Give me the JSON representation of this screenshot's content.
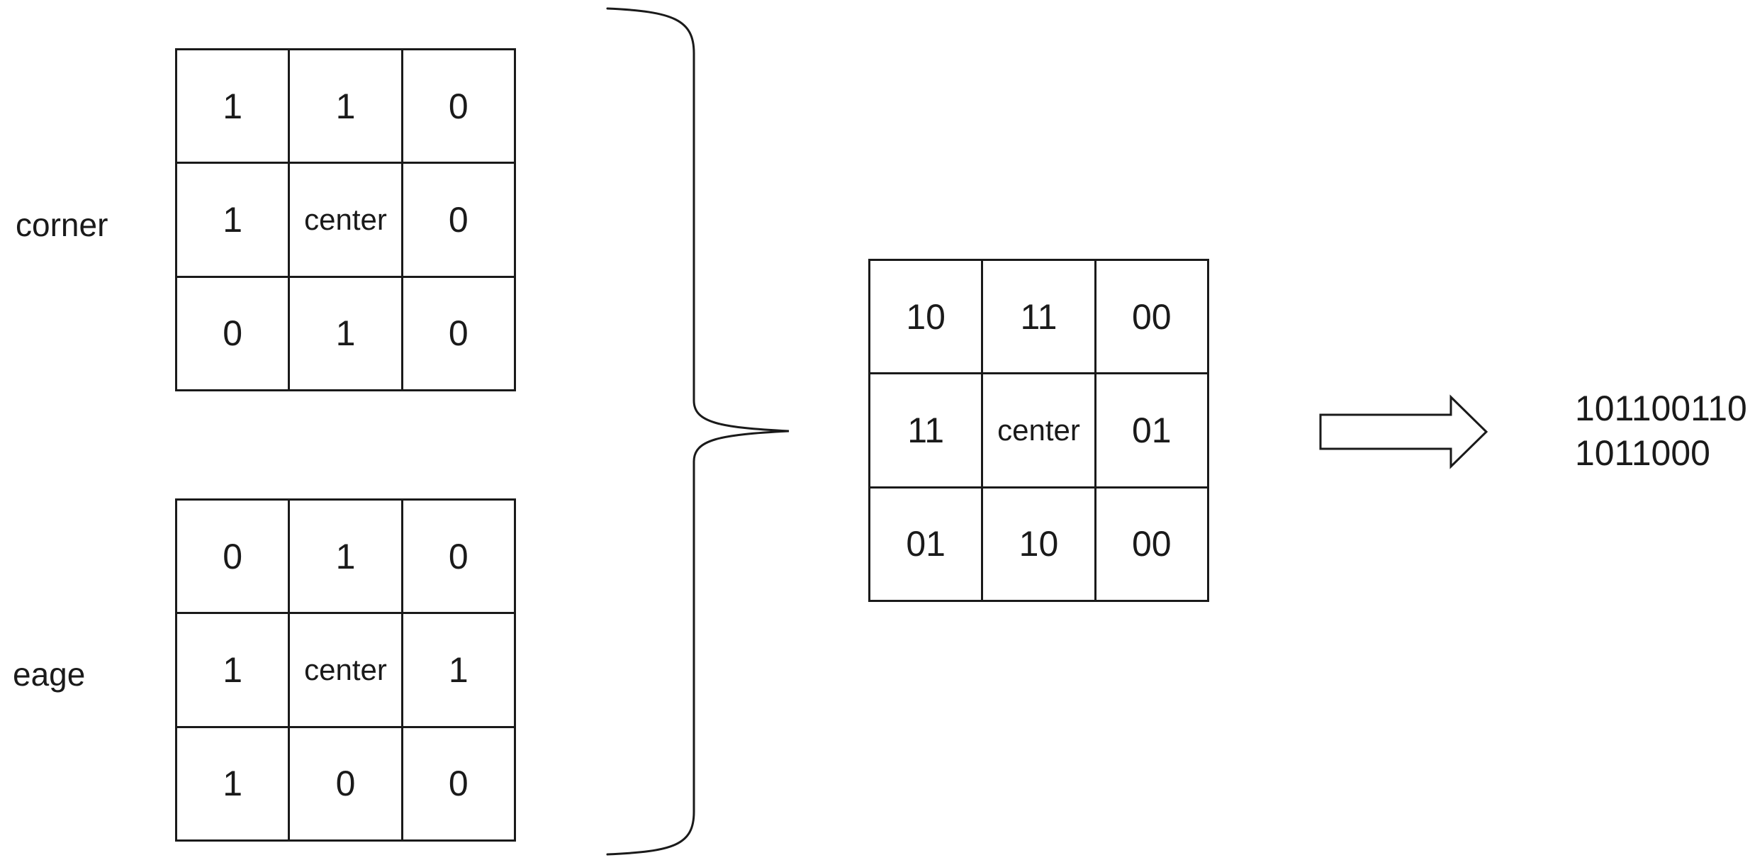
{
  "colors": {
    "ink": "#1a1a1a",
    "background": "#ffffff"
  },
  "grids": {
    "corner": {
      "label": "corner",
      "rows": [
        [
          "1",
          "1",
          "0"
        ],
        [
          "1",
          "center",
          "0"
        ],
        [
          "0",
          "1",
          "0"
        ]
      ]
    },
    "eage": {
      "label": "eage",
      "rows": [
        [
          "0",
          "1",
          "0"
        ],
        [
          "1",
          "center",
          "1"
        ],
        [
          "1",
          "0",
          "0"
        ]
      ]
    },
    "combined": {
      "rows": [
        [
          "10",
          "11",
          "00"
        ],
        [
          "11",
          "center",
          "01"
        ],
        [
          "01",
          "10",
          "00"
        ]
      ]
    }
  },
  "icons": {
    "brace": "right-curly-brace",
    "arrow": "right-block-arrow"
  },
  "result": {
    "line1": "101100110",
    "line2": "1011000"
  }
}
